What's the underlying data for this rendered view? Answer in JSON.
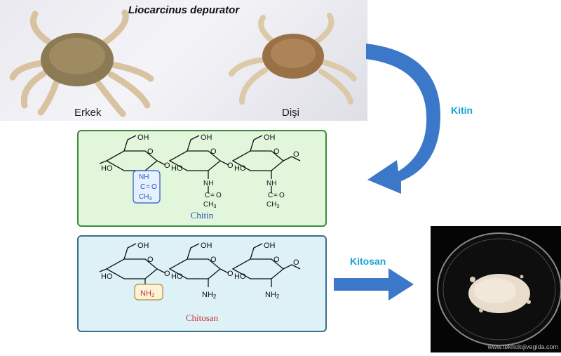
{
  "photo": {
    "title": "Liocarcinus depurator",
    "male_label": "Erkek",
    "female_label": "Dişi"
  },
  "flow": {
    "kitin_label": "Kitin",
    "kitosan_label": "Kitosan"
  },
  "chitin_panel": {
    "caption": "Chitin",
    "ring_labels": {
      "oh": "OH",
      "ho": "HO",
      "o": "O"
    },
    "acetamide": {
      "nh": "NH",
      "c": "C",
      "eq": "=",
      "o": "O",
      "ch3": "CH3",
      "ch": "CH",
      "sub3": "3"
    }
  },
  "chitosan_panel": {
    "caption": "Chitosan",
    "ring_labels": {
      "oh": "OH",
      "ho": "HO",
      "o": "O"
    },
    "amine": {
      "nh": "NH",
      "sub2": "2"
    }
  },
  "watermark": "www.teknolojivegida.com",
  "colors": {
    "arrow_blue": "#3b78c9",
    "flow_text": "#1aa3d9",
    "chitin_bg": "#e2f6dc",
    "chitosan_bg": "#ddf1f7",
    "highlight_blue": "#2458c6",
    "highlight_red": "#c23b3b"
  }
}
